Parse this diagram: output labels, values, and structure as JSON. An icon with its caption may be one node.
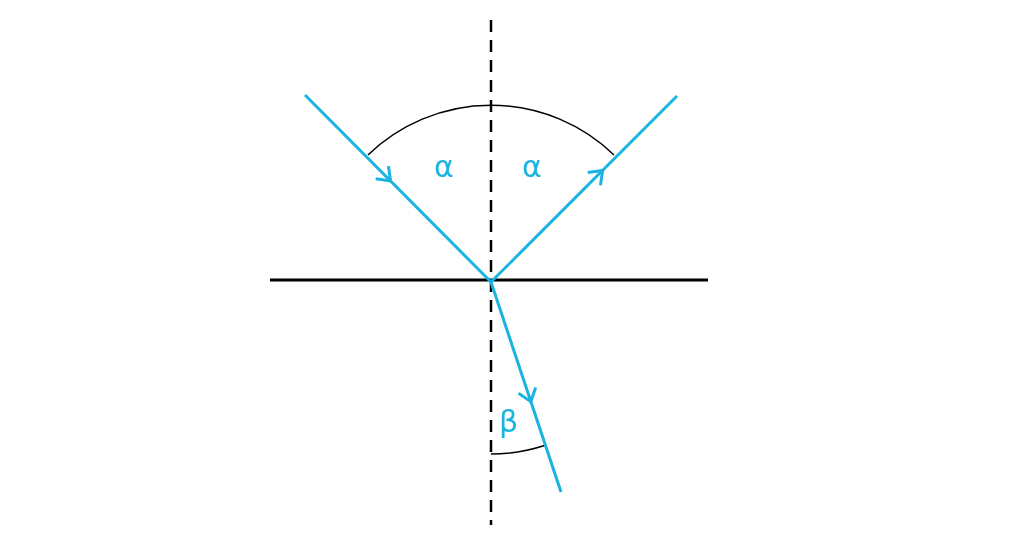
{
  "diagram": {
    "labels": [
      "α",
      "α",
      "β"
    ]
  }
}
